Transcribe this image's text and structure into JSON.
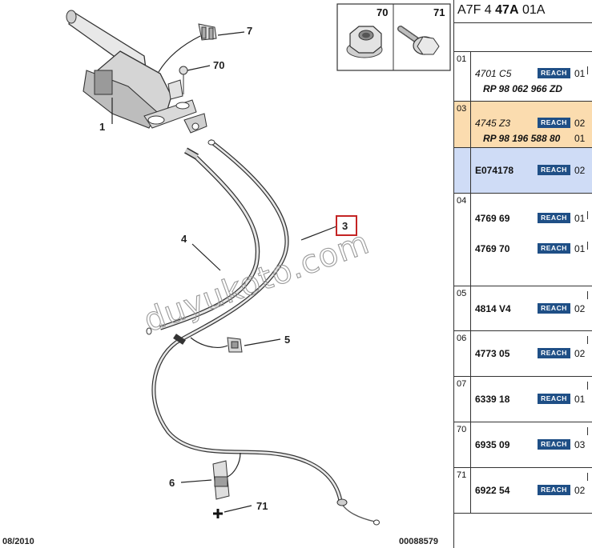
{
  "callouts": {
    "c1": "1",
    "c3": "3",
    "c4": "4",
    "c5": "5",
    "c6": "6",
    "c7": "7",
    "c70": "70",
    "c71": "71"
  },
  "inset": {
    "left": "70",
    "right": "71"
  },
  "footer": {
    "date": "08/2010",
    "code": "00088579"
  },
  "watermark": "duyukoto.com",
  "table": {
    "ref_prefix": "A7F 4 ",
    "ref_bold": "47A",
    "ref_suffix": " 01A",
    "reach_label": "REACH",
    "rows": [
      {
        "index": "01",
        "part": "4701 C5",
        "qty": "01",
        "rp": "RP 98 062 966 ZD",
        "italic": true
      },
      {
        "index": "03",
        "part": "4745 Z3",
        "qty": "02",
        "rp": "RP 98 196 588 80",
        "rp_qty": "01",
        "italic": true
      },
      {
        "index": "",
        "part": "E074178",
        "qty": "02"
      },
      {
        "index": "04",
        "part": "4769 69",
        "qty": "01",
        "part2": "4769 70",
        "qty2": "01"
      },
      {
        "index": "05",
        "part": "4814 V4",
        "qty": "02"
      },
      {
        "index": "06",
        "part": "4773 05",
        "qty": "02"
      },
      {
        "index": "07",
        "part": "6339 18",
        "qty": "01"
      },
      {
        "index": "70",
        "part": "6935 09",
        "qty": "03"
      },
      {
        "index": "71",
        "part": "6922 54",
        "qty": "02"
      }
    ]
  }
}
